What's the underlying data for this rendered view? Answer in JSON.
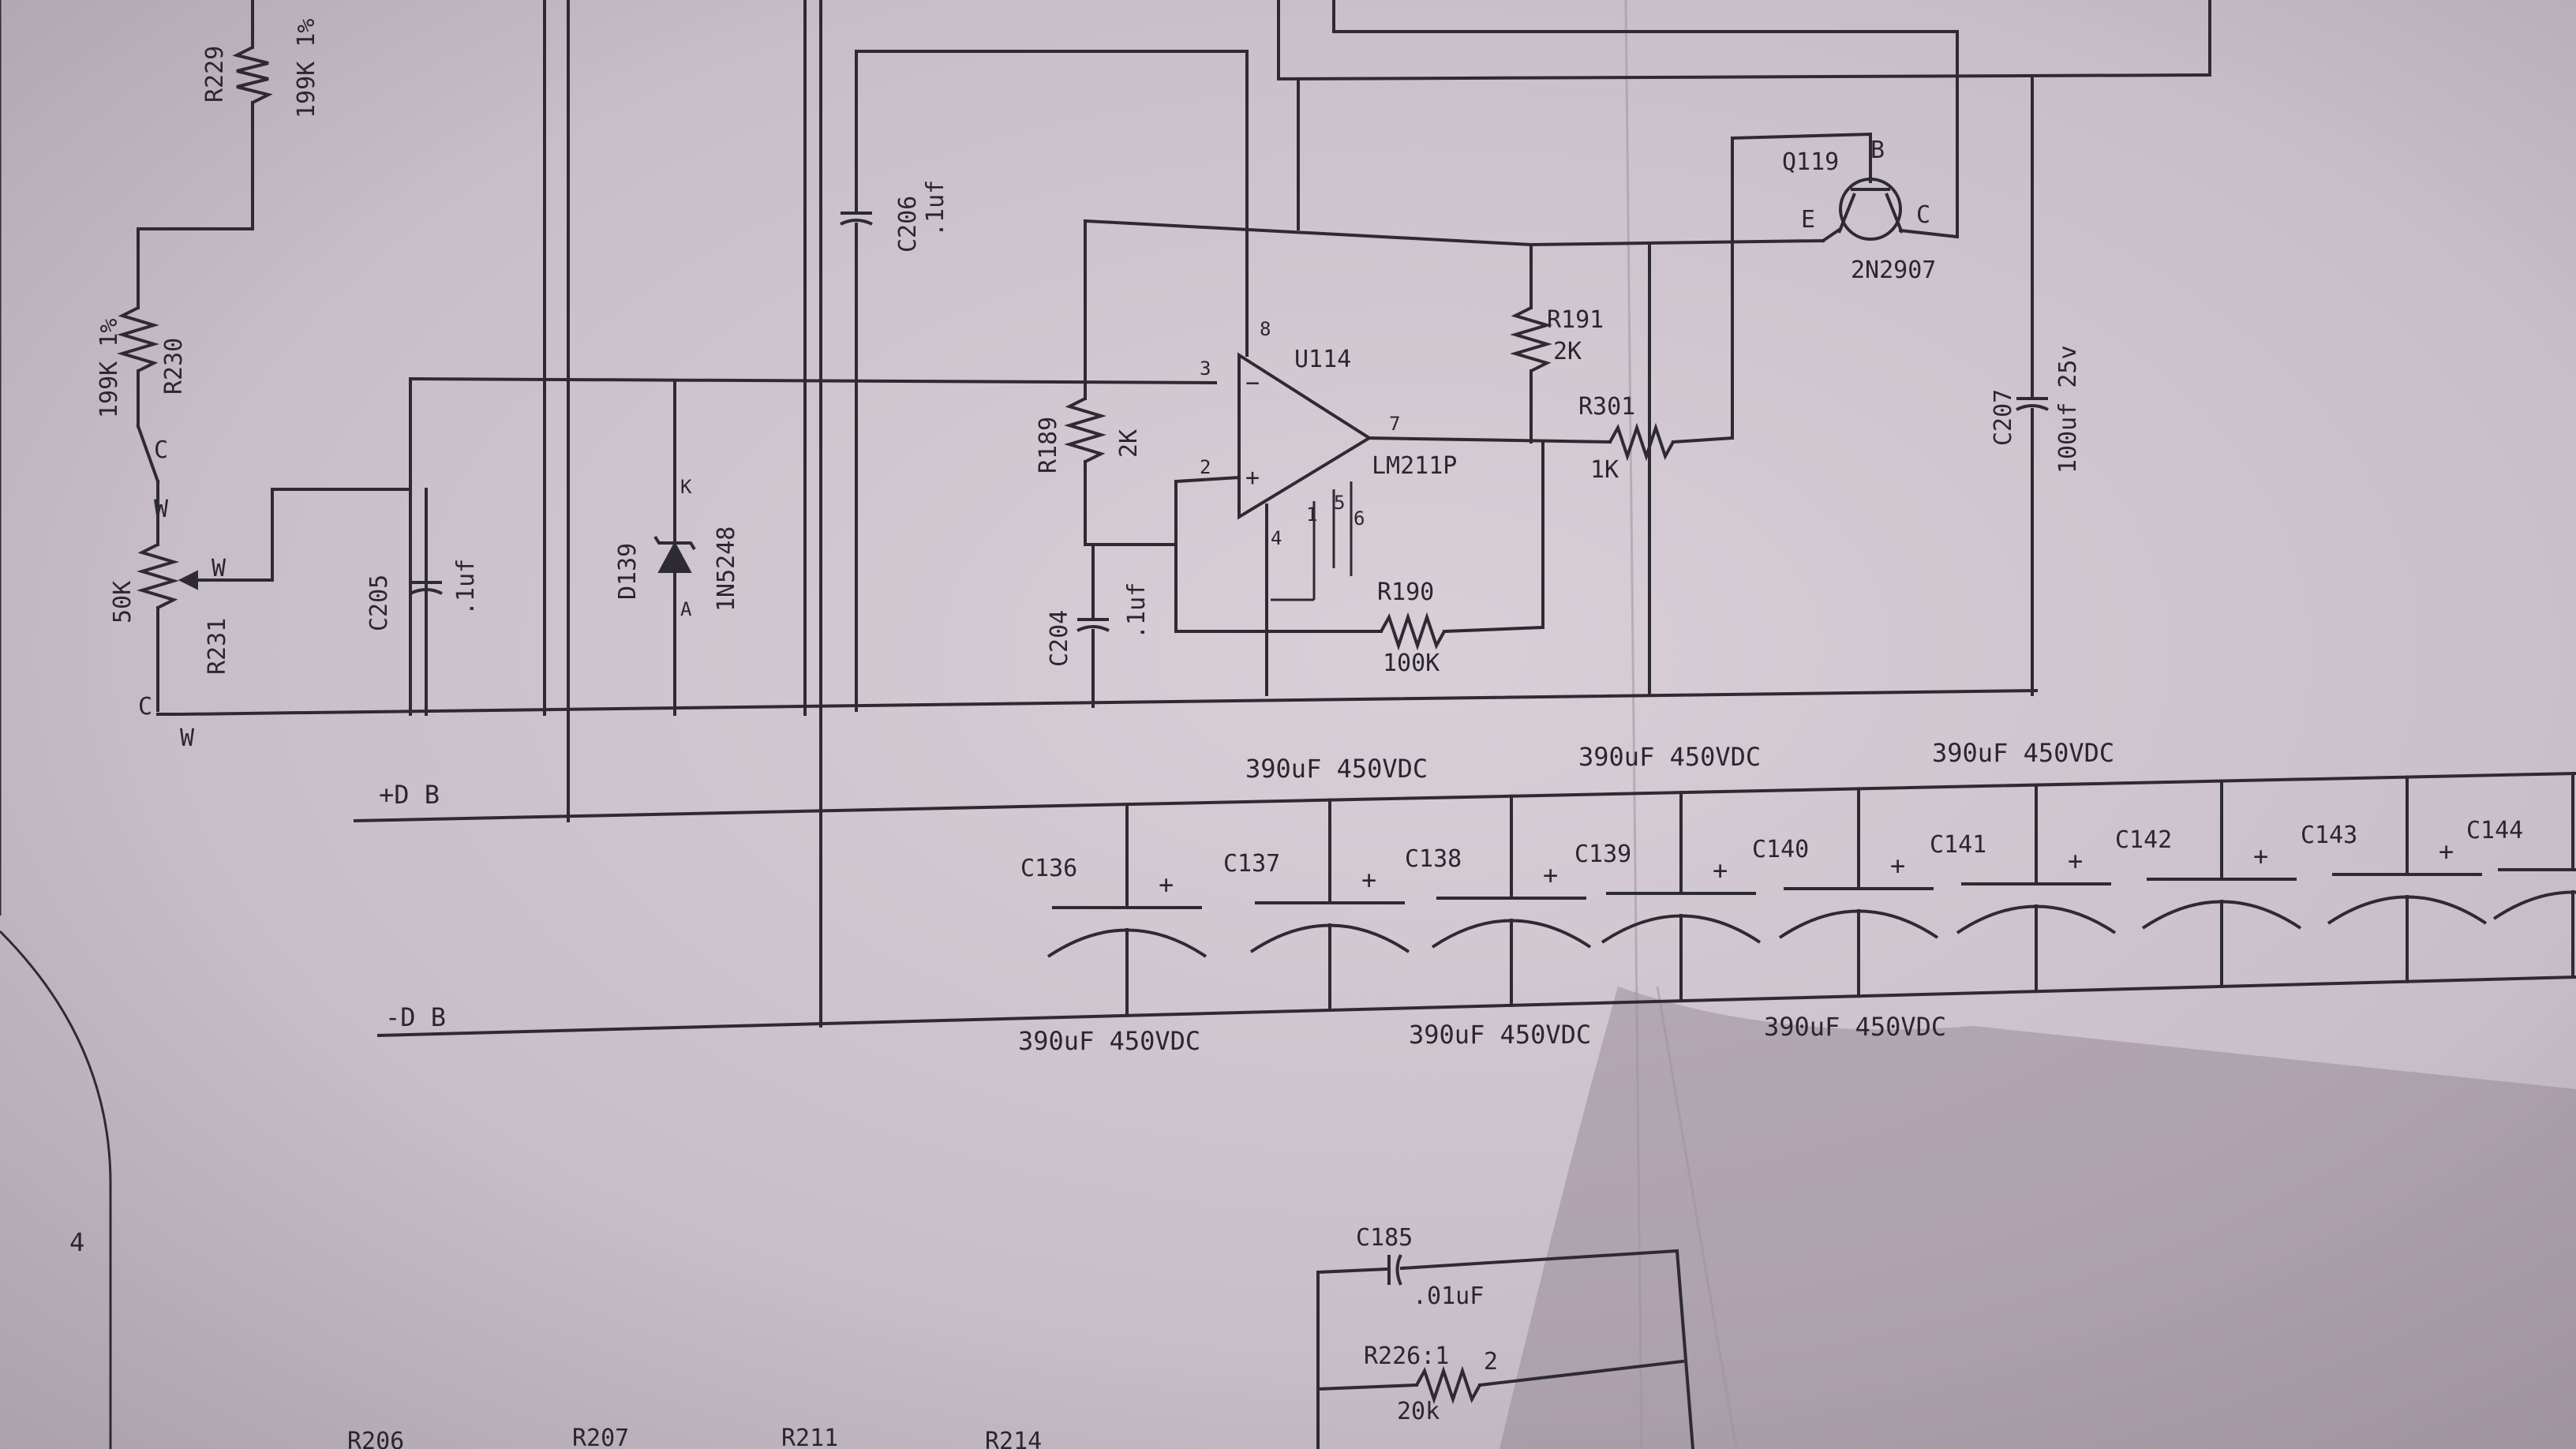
{
  "resistors": {
    "r229": {
      "ref": "R229",
      "value": "199K 1%"
    },
    "r230": {
      "ref": "R230",
      "value": "199K 1%"
    },
    "r231": {
      "ref": "R231",
      "value": "50K"
    },
    "r189": {
      "ref": "R189",
      "value": "2K"
    },
    "r191": {
      "ref": "R191",
      "value": "2K"
    },
    "r301": {
      "ref": "R301",
      "value": "1K"
    },
    "r190": {
      "ref": "R190",
      "value": "100K"
    },
    "r226": {
      "ref": "R226:1",
      "value": "20k",
      "pin": "2"
    }
  },
  "pot_terminals": {
    "c_top": "C",
    "w_top": "W",
    "w_side": "W",
    "c_bottom": "C",
    "w_bottom": "W"
  },
  "capacitors": {
    "c205": {
      "ref": "C205",
      "value": ".1uf"
    },
    "c206": {
      "ref": "C206",
      "value": ".1uf"
    },
    "c204": {
      "ref": "C204",
      "value": ".1uf"
    },
    "c207": {
      "ref": "C207",
      "value": "100uf 25v"
    },
    "c185": {
      "ref": "C185",
      "value": ".01uF"
    }
  },
  "diode": {
    "ref": "D139",
    "part": "1N5248",
    "anode": "A",
    "cathode": "K"
  },
  "opamp": {
    "ref": "U114",
    "part": "LM211P",
    "pins": [
      "3",
      "2",
      "7",
      "8",
      "4",
      "1",
      "5",
      "6"
    ]
  },
  "transistor": {
    "ref": "Q119",
    "part": "2N2907",
    "e": "E",
    "b": "B",
    "c": "C"
  },
  "rails": {
    "positive": "+D B",
    "negative": "-D B"
  },
  "bulk_caps": {
    "plus": "+",
    "refs": [
      "C136",
      "C137",
      "C138",
      "C139",
      "C140",
      "C141",
      "C142",
      "C143",
      "C144"
    ],
    "ratings_top": [
      "390uF 450VDC",
      "390uF 450VDC",
      "390uF 450VDC"
    ],
    "ratings_bottom": [
      "390uF 450VDC",
      "390uF 450VDC",
      "390uF 450VDC"
    ]
  },
  "bottom_refs": [
    "R206",
    "R207",
    "R211",
    "R214"
  ],
  "sheet_zone": "4",
  "colors": {
    "ink": "#2e2a33",
    "paper": "#cdc3cc"
  }
}
